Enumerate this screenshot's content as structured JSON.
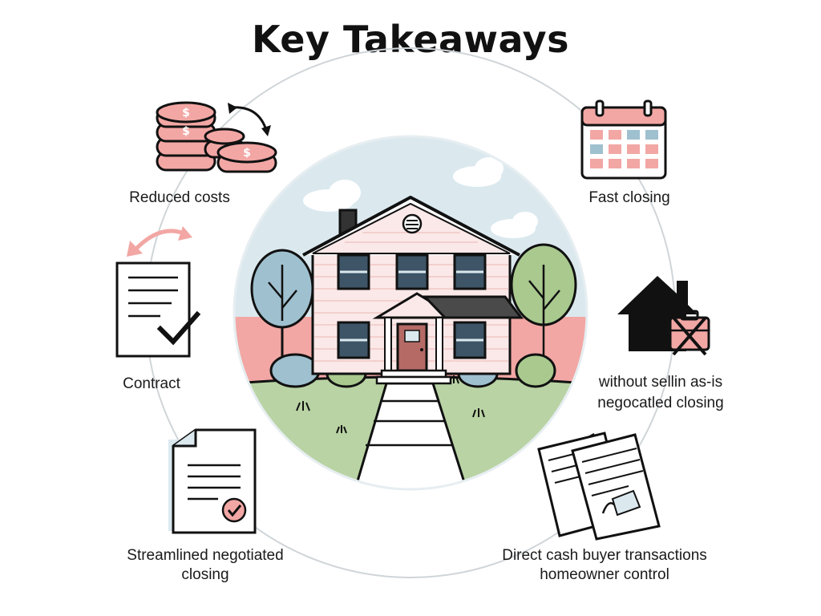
{
  "title": "Key Takeaways",
  "items": [
    {
      "label": "Reduced costs",
      "icon": "coins-icon"
    },
    {
      "label": "Fast closing",
      "icon": "calendar-icon"
    },
    {
      "label": "Contract",
      "icon": "contract-icon"
    },
    {
      "label_line1": "without sellin as-is",
      "label_line2": "negocatled closing",
      "icon": "house-no-repair-icon"
    },
    {
      "label_line1": "Streamlined negotiated",
      "label_line2": "closing",
      "icon": "document-check-icon"
    },
    {
      "label_line1": "Direct cash buyer transactions",
      "label_line2": "homeowner control",
      "icon": "signed-documents-icon"
    }
  ],
  "colors": {
    "pink": "#f2a7a4",
    "pink_dark": "#d9534f",
    "sky": "#dbe9ef",
    "grass": "#b9d3a4",
    "tree_blue": "#9fc0cf",
    "tree_green": "#a9c98f",
    "house_wall": "#fbe8e8",
    "window": "#3d5566",
    "ink": "#111111"
  }
}
